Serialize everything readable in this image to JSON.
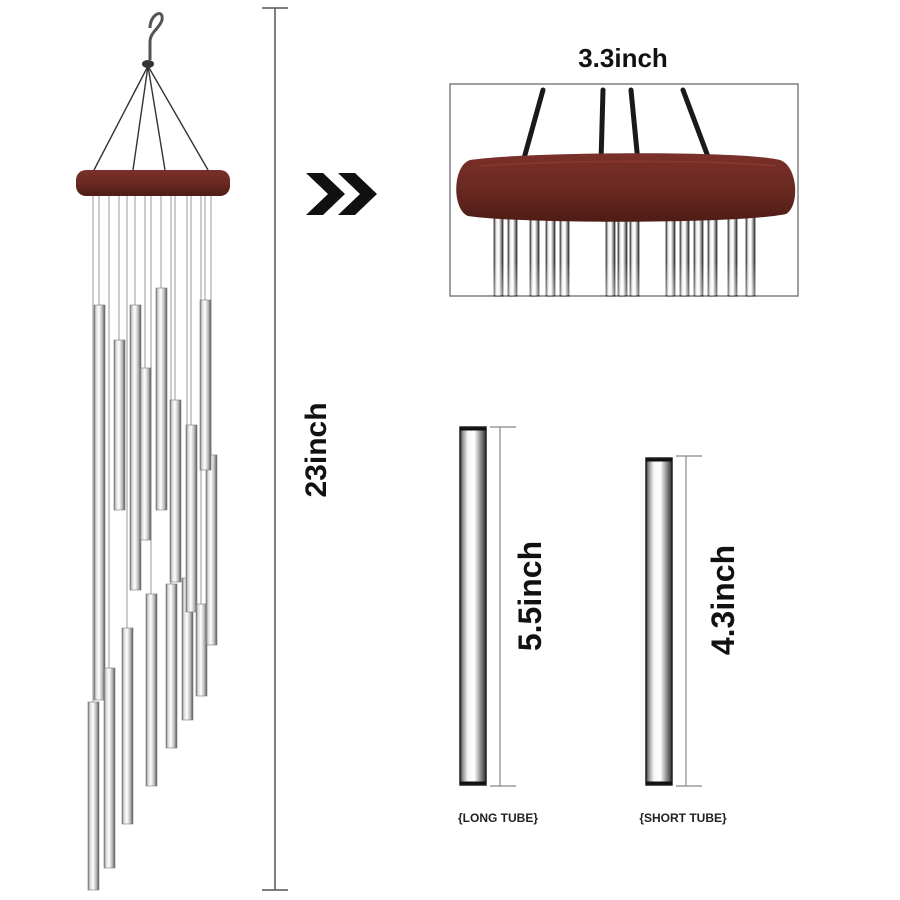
{
  "dimensions": {
    "total_height": "23inch",
    "top_width": "3.3inch",
    "long_tube_length": "5.5inch",
    "short_tube_length": "4.3inch"
  },
  "labels": {
    "long_tube": "{LONG TUBE}",
    "short_tube": "{SHORT TUBE}"
  },
  "icons": {
    "arrow": "double-chevron-right-icon",
    "hook": "hook-icon"
  },
  "colors": {
    "wood": "#6b2a22",
    "tube": "#c9c9c9",
    "tube_dark": "#4a4a4a",
    "line": "#333333",
    "text": "#111111"
  }
}
